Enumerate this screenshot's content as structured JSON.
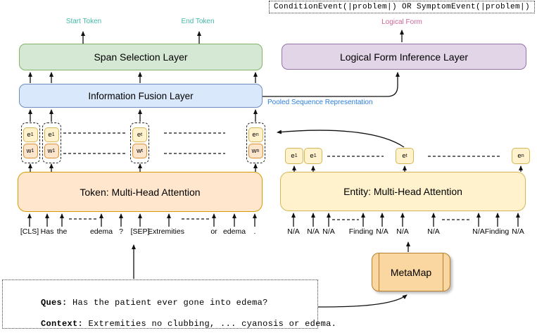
{
  "colors": {
    "span_layer_fill": "#d5e8d4",
    "span_layer_border": "#82b366",
    "fusion_fill": "#dae8fc",
    "fusion_border": "#6c8ebf",
    "logical_fill": "#e1d5e7",
    "logical_border": "#9673a6",
    "token_attention_fill": "#ffe6cc",
    "token_attention_border": "#d79b00",
    "entity_attention_fill": "#fff2cc",
    "entity_attention_border": "#d6b656",
    "metamap_fill": "#fad7a0",
    "metamap_border": "#b77f2a",
    "start_end_label": "#45b8a8",
    "logical_form_label": "#cc6699",
    "pooled_label": "#2a7ede"
  },
  "output": {
    "formula": "ConditionEvent(|problem|) OR SymptomEvent(|problem|)",
    "label": "Logical Form"
  },
  "labels": {
    "start_token": "Start Token",
    "end_token": "End Token",
    "pooled": "Pooled Sequence Representation"
  },
  "layers": {
    "span": "Span Selection Layer",
    "logical": "Logical Form Inference Layer",
    "fusion": "Information Fusion Layer",
    "token_attention": "Token: Multi-Head Attention",
    "entity_attention": "Entity: Multi-Head Attention",
    "metamap": "MetaMap"
  },
  "pairs": [
    {
      "e": "e",
      "e_sub": "1",
      "w": "w",
      "w_sub": "1"
    },
    {
      "e": "e",
      "e_sub": "1",
      "w": "w",
      "w_sub": "1"
    },
    {
      "e": "e",
      "e_sub": "t",
      "w": "w",
      "w_sub": "t"
    },
    {
      "e": "e",
      "e_sub": "n",
      "w": "w",
      "w_sub": "n"
    }
  ],
  "entity_units": [
    {
      "e": "e",
      "sub": "1"
    },
    {
      "e": "e",
      "sub": "1"
    },
    {
      "e": "e",
      "sub": "t"
    },
    {
      "e": "e",
      "sub": "n"
    }
  ],
  "token_row": [
    "[CLS]",
    "Has",
    "the",
    "edema",
    "?",
    "[SEP]",
    "Extremities",
    "or",
    "edema",
    "."
  ],
  "entity_row": [
    "N/A",
    "N/A",
    "N/A",
    "Finding",
    "N/A",
    "N/A",
    "N/A",
    "N/A",
    "Finding",
    "N/A"
  ],
  "input_box": {
    "ques_label": "Ques:",
    "ques_text": " Has the patient ever gone into edema?",
    "context_label": "Context:",
    "context_text": " Extremities no clubbing, ... cyanosis or edema."
  }
}
